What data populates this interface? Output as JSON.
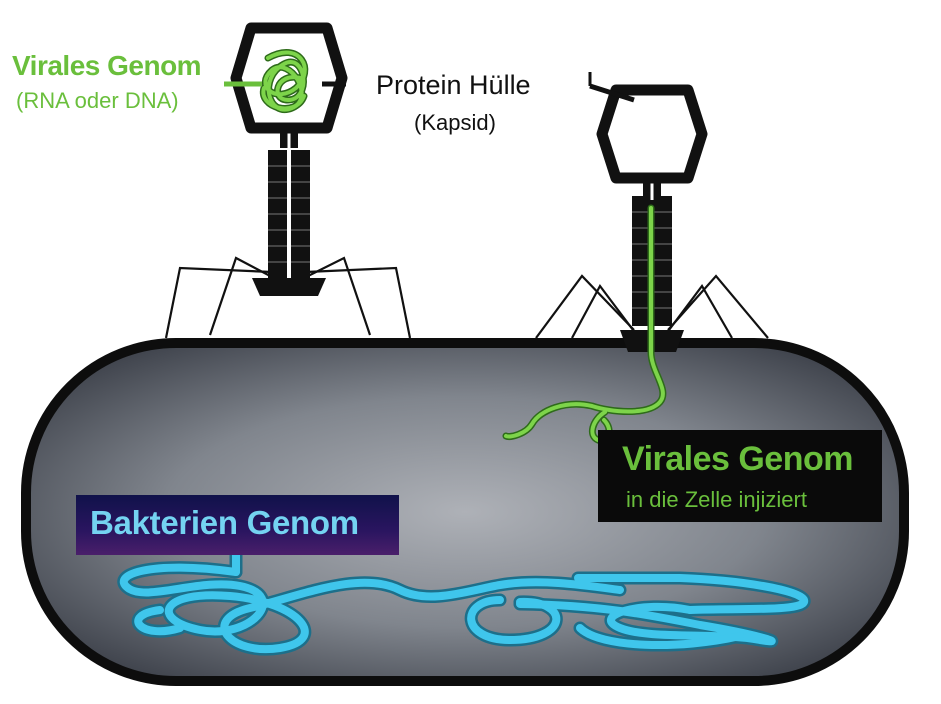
{
  "labels": {
    "viral_genome_top": {
      "title": "Virales Genom",
      "subtitle": "(RNA oder DNA)"
    },
    "protein_coat": {
      "title": "Protein Hülle",
      "subtitle": "(Kapsid)"
    },
    "viral_genome_injected": {
      "title": "Virales Genom",
      "subtitle": "in die Zelle injiziert"
    },
    "bacterial_genome": {
      "title": "Bakterien Genom"
    }
  },
  "colors": {
    "viral_genome": "#6abf3c",
    "bacterial_genome": "#3fc6ec",
    "cell_fill": "#7f848c",
    "outline": "#0d0d0d"
  }
}
